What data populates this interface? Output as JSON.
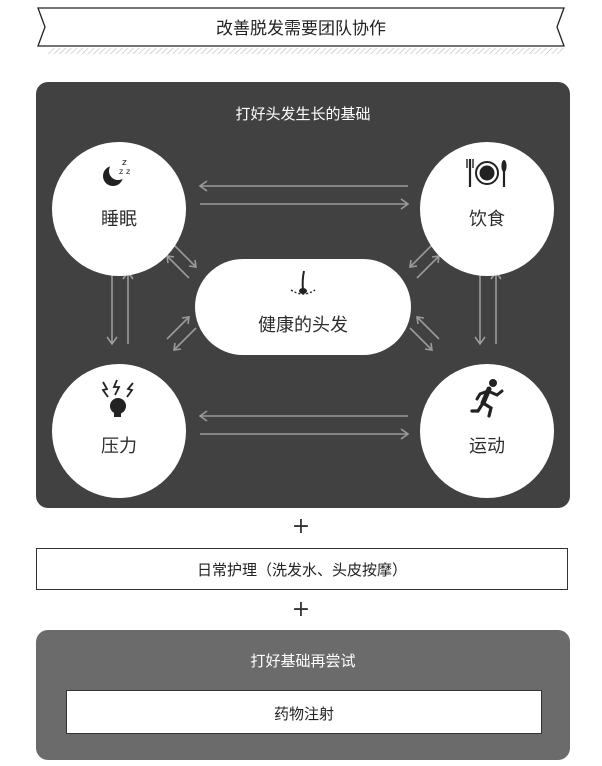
{
  "banner": {
    "title": "改善脱发需要团队协作"
  },
  "foundation": {
    "title": "打好头发生长的基础",
    "center": {
      "label": "健康的头发",
      "icon": "hair-follicle-icon"
    },
    "nodes": {
      "sleep": {
        "label": "睡眠",
        "icon": "sleep-moon-icon"
      },
      "diet": {
        "label": "饮食",
        "icon": "plate-cutlery-icon"
      },
      "stress": {
        "label": "压力",
        "icon": "stressed-head-icon"
      },
      "exercise": {
        "label": "运动",
        "icon": "running-person-icon"
      }
    }
  },
  "plus_sign": "+",
  "daily_care": {
    "label": "日常护理（洗发水、头皮按摩）"
  },
  "retry": {
    "title": "打好基础再尝试",
    "medicine": "药物注射"
  },
  "colors": {
    "dark_panel": "#414141",
    "grey_panel": "#6b6b6b",
    "arrow": "#9a9a9a"
  }
}
